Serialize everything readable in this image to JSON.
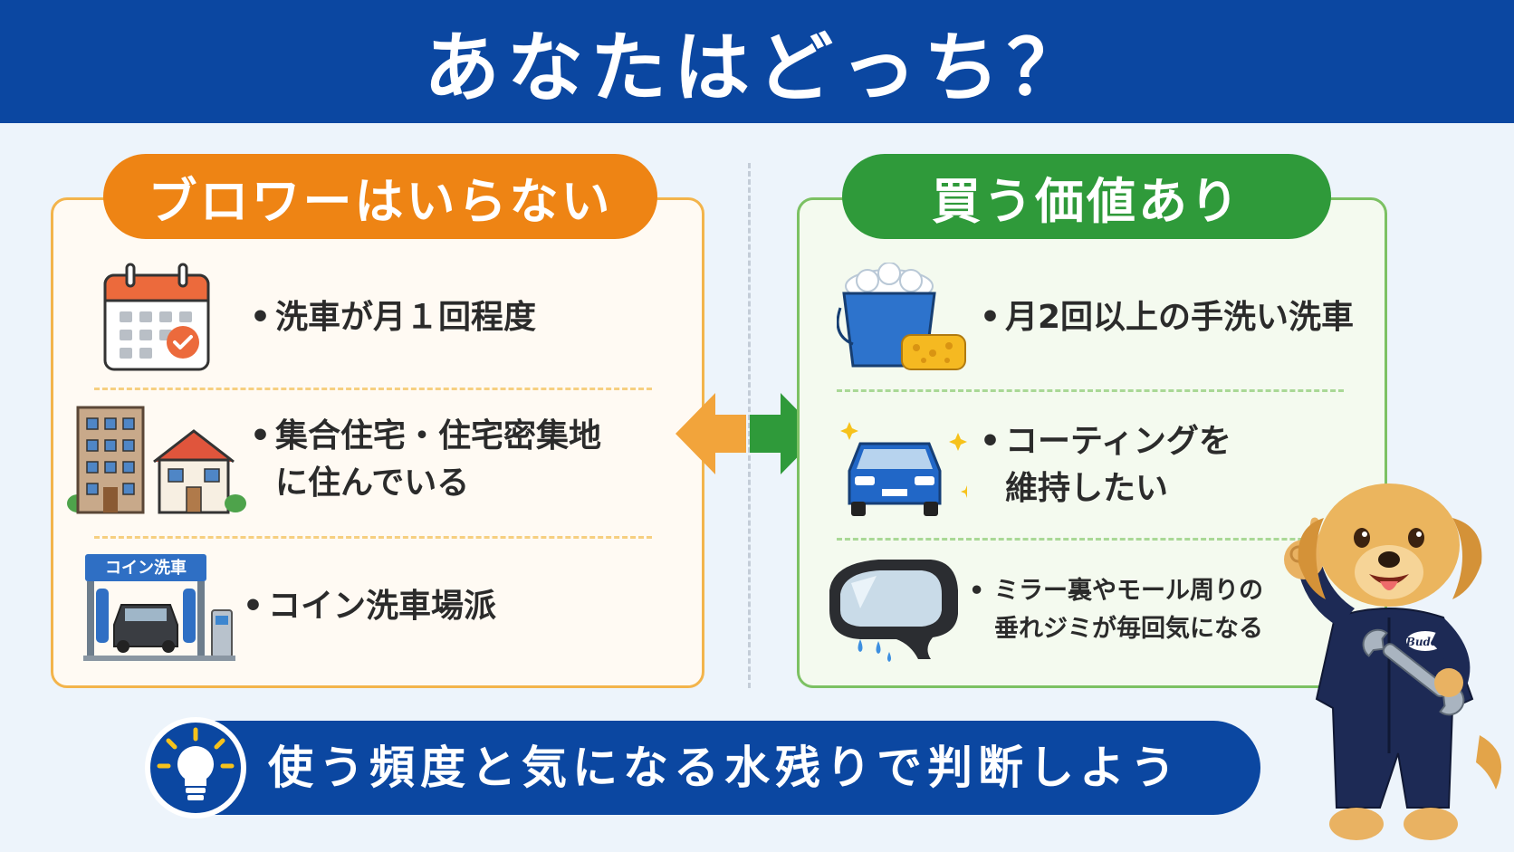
{
  "title": "あなたはどっち？",
  "left": {
    "heading": "ブロワーはいらない",
    "color": "#ee8414",
    "items": [
      {
        "icon": "calendar-icon",
        "lines": [
          "洗車が月１回程度"
        ]
      },
      {
        "icon": "apartment-house-icon",
        "lines": [
          "集合住宅・住宅密集地",
          "に住んでいる"
        ]
      },
      {
        "icon": "coin-car-wash-icon",
        "sign": "コイン洗車",
        "lines": [
          "コイン洗車場派"
        ]
      }
    ]
  },
  "right": {
    "heading": "買う価値あり",
    "color": "#2f9a3a",
    "items": [
      {
        "icon": "bucket-sponge-icon",
        "lines": [
          "月2回以上の手洗い洗車"
        ]
      },
      {
        "icon": "shiny-car-icon",
        "lines": [
          "コーティングを",
          "維持したい"
        ]
      },
      {
        "icon": "side-mirror-drip-icon",
        "lines": [
          "ミラー裏やモール周りの",
          "垂れジミが毎回気になる"
        ]
      }
    ]
  },
  "bottom_message": "使う頻度と気になる水残りで判断しよう",
  "mascot": {
    "badge": "Buddy"
  },
  "colors": {
    "header": "#0b47a1",
    "left_border": "#f3b44b",
    "right_border": "#7cc163"
  }
}
